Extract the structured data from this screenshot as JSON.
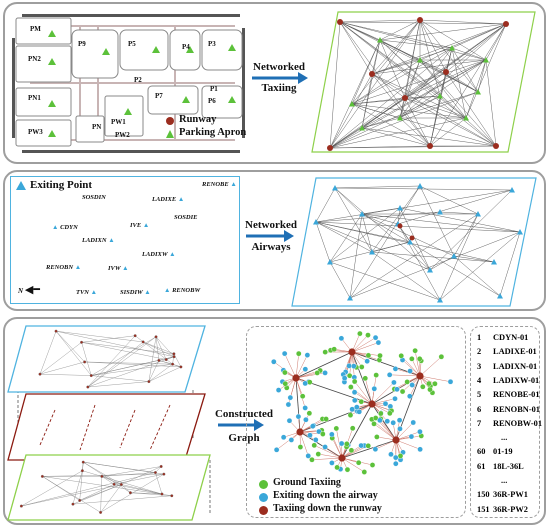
{
  "panel1": {
    "airport_labels": [
      {
        "id": "pm",
        "text": "PM"
      },
      {
        "id": "pn2",
        "text": "PN2"
      },
      {
        "id": "pn1",
        "text": "PN1"
      },
      {
        "id": "pw3",
        "text": "PW3"
      },
      {
        "id": "p9",
        "text": "P9"
      },
      {
        "id": "p5",
        "text": "P5"
      },
      {
        "id": "p4",
        "text": "P4"
      },
      {
        "id": "p3",
        "text": "P3"
      },
      {
        "id": "p2",
        "text": "P2"
      },
      {
        "id": "p7",
        "text": "P7"
      },
      {
        "id": "p1",
        "text": "P1"
      },
      {
        "id": "p6",
        "text": "P6"
      },
      {
        "id": "pw1",
        "text": "PW1"
      },
      {
        "id": "pw2",
        "text": "PW2"
      },
      {
        "id": "pn",
        "text": "PN"
      }
    ],
    "legend": {
      "runway": "Runway",
      "apron": "Parking Apron"
    },
    "arrow_label_1": "Networked",
    "arrow_label_2": "Taxiing"
  },
  "panel2": {
    "legend_exit": "Exiting Point",
    "points": [
      "RENOBE",
      "SOSDIN",
      "LADIXE",
      "SOSDIE",
      "CDYN",
      "IVE",
      "LADIXN",
      "LADIXW",
      "RENOBN",
      "IVW",
      "TVN",
      "SISDIW",
      "RENOBW"
    ],
    "compass": "N",
    "arrow_label_1": "Networked",
    "arrow_label_2": "Airways"
  },
  "panel3": {
    "arrow_label_1": "Constructed",
    "arrow_label_2": "Graph",
    "legend": {
      "ground": "Ground Taxiing",
      "exit": "Exiting down the airway",
      "runway": "Taxiing down the runway"
    },
    "id_list": [
      {
        "n": "1",
        "name": "CDYN-01"
      },
      {
        "n": "2",
        "name": "LADIXE-01"
      },
      {
        "n": "3",
        "name": "LADIXN-01"
      },
      {
        "n": "4",
        "name": "LADIXW-01"
      },
      {
        "n": "5",
        "name": "RENOBE-01"
      },
      {
        "n": "6",
        "name": "RENOBN-01"
      },
      {
        "n": "7",
        "name": "RENOBW-01"
      },
      {
        "n": "",
        "name": "..."
      },
      {
        "n": "60",
        "name": "01-19"
      },
      {
        "n": "61",
        "name": "18L-36L"
      },
      {
        "n": "",
        "name": "..."
      },
      {
        "n": "150",
        "name": "36R-PW1"
      },
      {
        "n": "151",
        "name": "36R-PW2"
      }
    ]
  },
  "colors": {
    "runway": "#9b2d1f",
    "apron": "#5cc13a",
    "exit": "#3aa7d9",
    "arrow": "#1f6fb5",
    "taxi_frame": "#8ed04a",
    "air_frame": "#4fb3e0",
    "graph_frame_mid": "#8b1a10"
  }
}
